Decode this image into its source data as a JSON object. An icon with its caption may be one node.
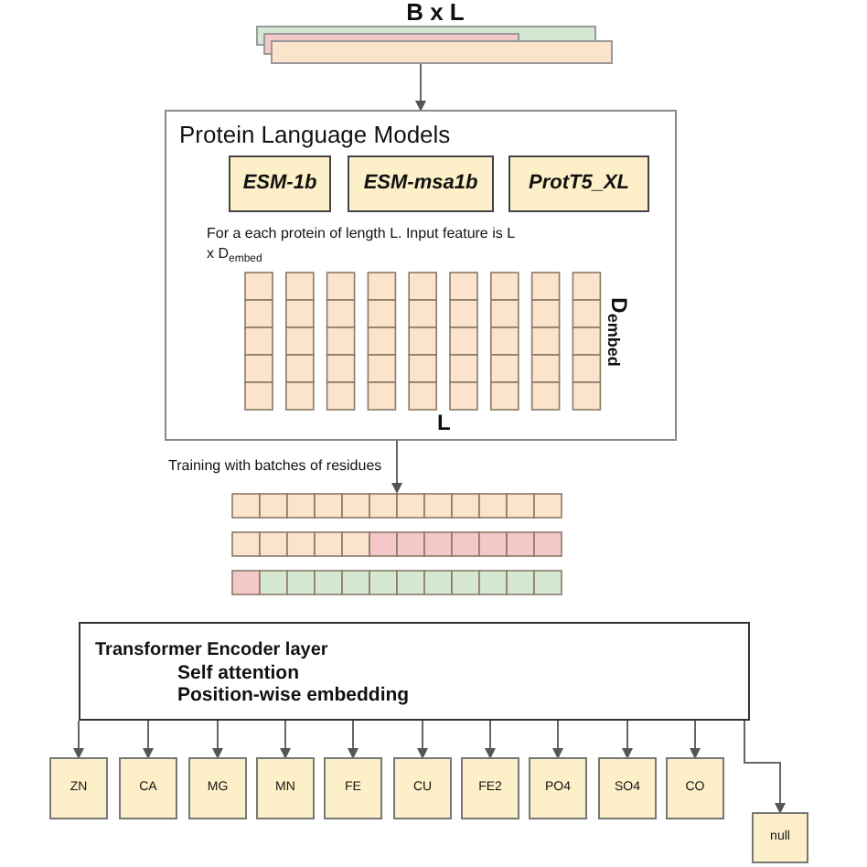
{
  "diagram": {
    "nodes": [
      {
        "text": [
          "B x L"
        ]
      },
      {
        "text": [
          "Protein Language Models",
          "For a each protein of length L. Input feature is L x D$_{embed}$"
        ]
      },
      {
        "text": [
          "ESM-1b"
        ],
        "in": 1
      },
      {
        "text": [
          "ESM-msa1b"
        ],
        "in": 1
      },
      {
        "text": [
          "ProtT5_XL"
        ],
        "in": 1
      },
      {
        "text": [],
        "shape": "bar"
      },
      {
        "text": [
          "Transformer Encoder layer",
          "Self attention",
          "Position-wise embedding"
        ]
      },
      {
        "text": [
          "ZN"
        ]
      },
      {
        "text": [
          "CA"
        ]
      },
      {
        "text": [
          "MG"
        ]
      },
      {
        "text": [
          "MN"
        ]
      },
      {
        "text": [
          "FE"
        ]
      },
      {
        "text": [
          "CU"
        ]
      },
      {
        "text": [
          "FE2"
        ]
      },
      {
        "text": [
          "PO4"
        ]
      },
      {
        "text": [
          "SO4"
        ]
      },
      {
        "text": [
          "CO"
        ]
      },
      {
        "text": [
          "null"
        ]
      }
    ],
    "edges": [
      {
        "from": 0,
        "to": 1,
        "arrow": "to"
      },
      {
        "from": 1,
        "to": 5,
        "arrow": "to",
        "label": "Training with batches of residues"
      },
      {
        "from": 6,
        "to": 7,
        "arrow": "to"
      },
      {
        "from": 6,
        "to": 8,
        "arrow": "to"
      },
      {
        "from": 6,
        "to": 9,
        "arrow": "to"
      },
      {
        "from": 6,
        "to": 10,
        "arrow": "to"
      },
      {
        "from": 6,
        "to": 11,
        "arrow": "to"
      },
      {
        "from": 6,
        "to": 12,
        "arrow": "to"
      },
      {
        "from": 6,
        "to": 13,
        "arrow": "to"
      },
      {
        "from": 6,
        "to": 14,
        "arrow": "to"
      },
      {
        "from": 6,
        "to": 15,
        "arrow": "to"
      },
      {
        "from": 6,
        "to": 16,
        "arrow": "to"
      },
      {
        "from": 6,
        "to": 17,
        "arrow": "to"
      }
    ],
    "labels": [
      "D$_{embed}$",
      "L"
    ]
  }
}
